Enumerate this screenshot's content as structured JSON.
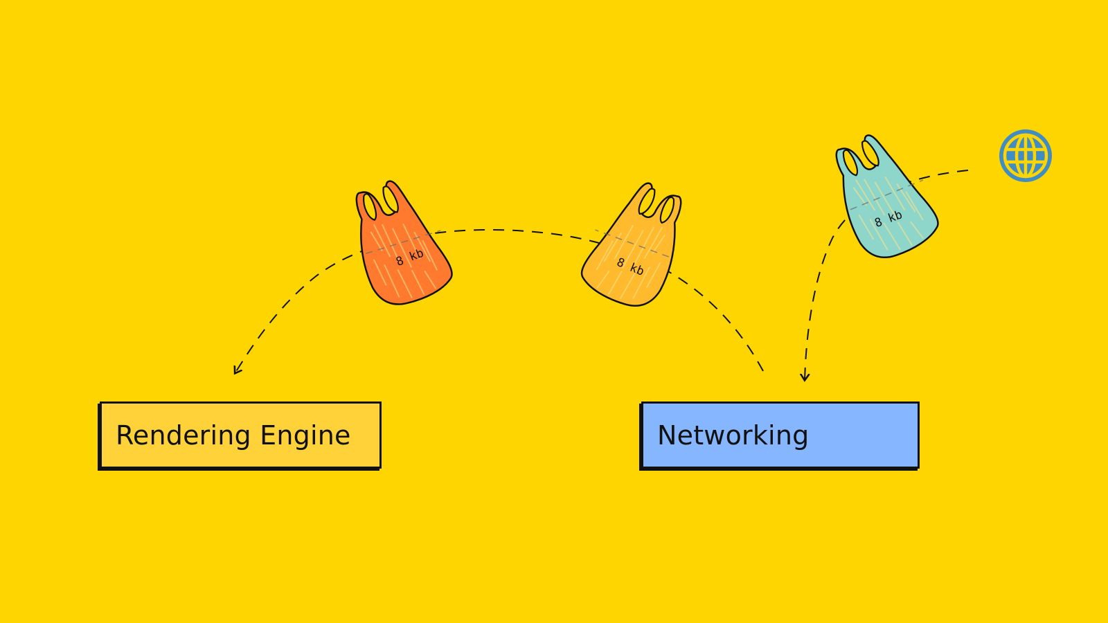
{
  "colors": {
    "background": "#FFD500",
    "rendering_box": "#FFD23A",
    "networking_box": "#86B6FF",
    "bag_red": "#FF7A2F",
    "bag_orange": "#FFBA2E",
    "bag_teal": "#8ED6C9",
    "globe": "#3F8DC4",
    "ink": "#111111"
  },
  "nodes": {
    "rendering_engine": "Rendering Engine",
    "networking": "Networking"
  },
  "bags": [
    {
      "label": "8 kb",
      "color": "red"
    },
    {
      "label": "8 kb",
      "color": "orange"
    },
    {
      "label": "8 kb",
      "color": "teal"
    }
  ],
  "icons": {
    "source": "globe-icon",
    "packet": "shopping-bag-icon"
  }
}
